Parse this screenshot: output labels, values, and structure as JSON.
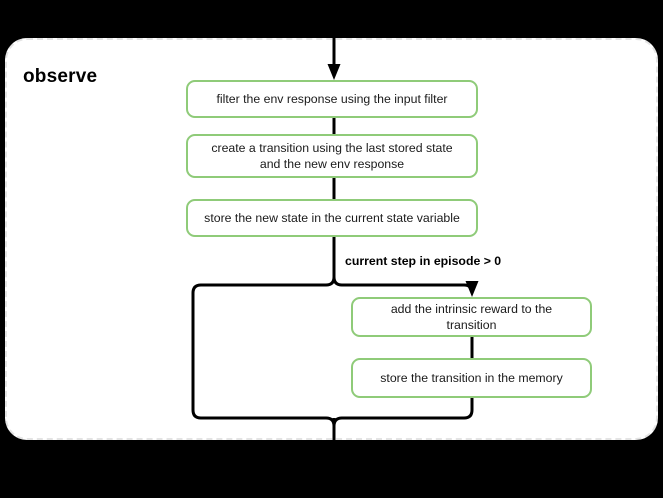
{
  "diagram": {
    "title": "observe",
    "background_color": "#000000",
    "panel_color": "#ffffff",
    "panel_border_color": "#e4e4e4",
    "node_border_color": "#8fcb79",
    "connector_color": "#000000",
    "nodes": [
      {
        "id": "filter",
        "label": "filter the env response using the input filter"
      },
      {
        "id": "create",
        "label": "create a transition using the last stored state and the new env response"
      },
      {
        "id": "store_state",
        "label": "store the new state in the current state variable"
      },
      {
        "id": "intrinsic",
        "label": "add the intrinsic reward to the transition"
      },
      {
        "id": "store_mem",
        "label": "store the transition in the memory"
      }
    ],
    "branch_label": "current step in episode > 0",
    "icons": {
      "entry_arrow": "arrow-down-icon",
      "branch_arrow": "arrow-down-icon"
    }
  }
}
